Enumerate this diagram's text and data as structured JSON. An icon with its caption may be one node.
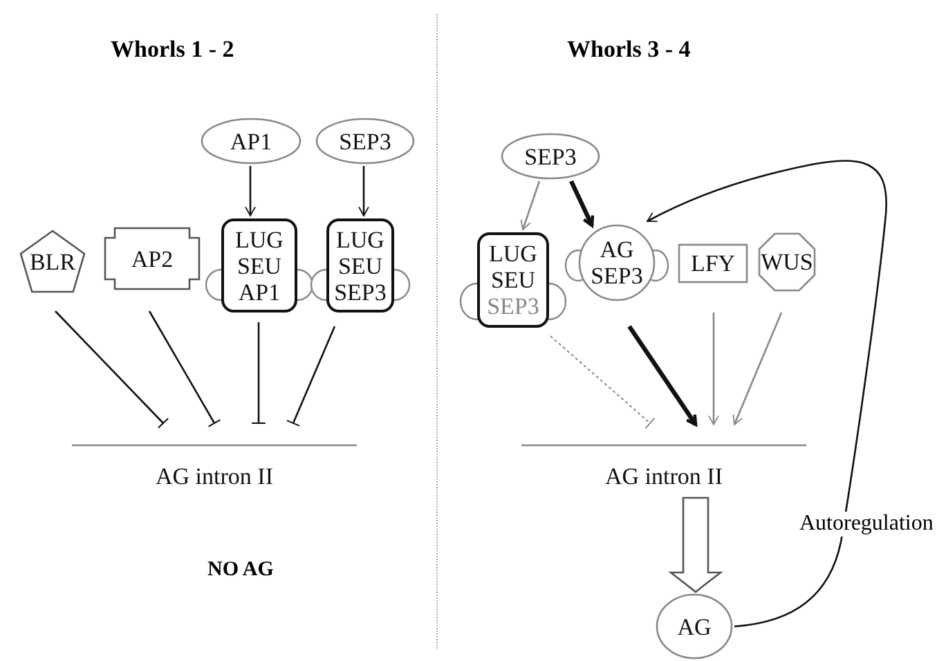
{
  "diagram": {
    "nodes": [
      {
        "text": [
          "BLR"
        ]
      },
      {
        "text": [
          "AP2"
        ]
      },
      {
        "text": [
          "AP1"
        ]
      },
      {
        "text": [
          "SEP3"
        ]
      },
      {
        "text": [
          "LUG",
          "SEU",
          "AP1"
        ]
      },
      {
        "text": [
          "LUG",
          "SEU",
          "SEP3"
        ]
      },
      {
        "text": [
          "AG intron II"
        ]
      },
      {
        "text": [
          "SEP3"
        ]
      },
      {
        "text": [
          "LUG",
          "SEU",
          "SEP3"
        ]
      },
      {
        "text": [
          "AG",
          "SEP3"
        ]
      },
      {
        "text": [
          "LFY"
        ]
      },
      {
        "text": [
          "WUS"
        ]
      },
      {
        "text": [
          "AG intron II"
        ]
      },
      {
        "text": [
          "AG"
        ]
      }
    ],
    "edges": [
      {
        "from": 2,
        "to": 4,
        "arrow": "to"
      },
      {
        "from": 3,
        "to": 5,
        "arrow": "to"
      },
      {
        "from": 0,
        "to": 6,
        "arrow": "other"
      },
      {
        "from": 1,
        "to": 6,
        "arrow": "other"
      },
      {
        "from": 4,
        "to": 6,
        "arrow": "other"
      },
      {
        "from": 5,
        "to": 6,
        "arrow": "other"
      },
      {
        "from": 7,
        "to": 8,
        "arrow": "to",
        "color": "#888888"
      },
      {
        "from": 7,
        "to": 9,
        "arrow": "to",
        "style": "thick"
      },
      {
        "from": 8,
        "to": 12,
        "arrow": "other",
        "style": "dashed",
        "color": "#888888"
      },
      {
        "from": 9,
        "to": 12,
        "arrow": "to",
        "style": "thick"
      },
      {
        "from": 10,
        "to": 12,
        "arrow": "to",
        "color": "#888888"
      },
      {
        "from": 11,
        "to": 12,
        "arrow": "to",
        "color": "#888888"
      },
      {
        "from": 12,
        "to": 13,
        "arrow": "to"
      },
      {
        "from": 13,
        "to": 9,
        "arrow": "to",
        "label": "Autoregulation"
      }
    ],
    "labels": [
      "Whorls 1 - 2",
      "Whorls 3 - 4",
      "NO AG"
    ]
  }
}
